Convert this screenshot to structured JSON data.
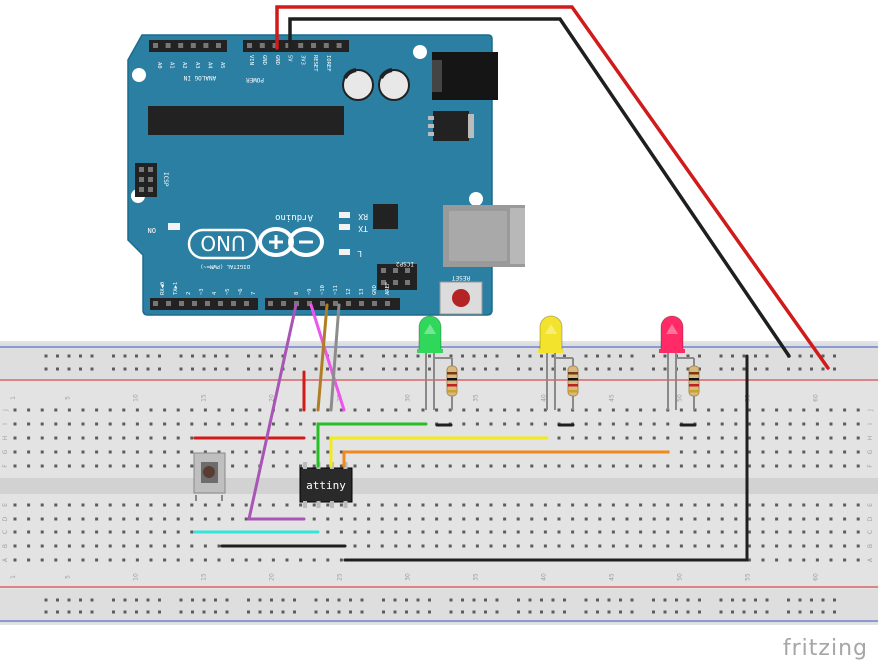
{
  "app": {
    "watermark": "fritzing"
  },
  "board": {
    "name": "Arduino",
    "model": "UNO",
    "section_analog": "ANALOG IN",
    "section_power": "POWER",
    "section_digital": "DIGITAL (PWM=~)",
    "header_power": [
      "IOREF",
      "RESET",
      "3V3",
      "5V",
      "GND",
      "GND",
      "VIN"
    ],
    "header_analog": [
      "A0",
      "A1",
      "A2",
      "A3",
      "A4",
      "A5"
    ],
    "header_digital": [
      "AREF",
      "GND",
      "13",
      "12",
      "~11",
      "~10",
      "~9",
      "8",
      "7",
      "~6",
      "~5",
      "4",
      "~3",
      "2",
      "TX▶1",
      "RX◀0"
    ],
    "icsp": "ICSP",
    "icsp2": "ICSP2",
    "reset": "RESET",
    "led_on": "ON",
    "led_l": "L",
    "led_tx": "TX",
    "led_rx": "RX"
  },
  "breadboard": {
    "row_letters_top": [
      "J",
      "I",
      "H",
      "G",
      "F"
    ],
    "row_letters_bottom": [
      "E",
      "D",
      "C",
      "B",
      "A"
    ],
    "column_numbers": [
      "1",
      "5",
      "10",
      "15",
      "20",
      "25",
      "30",
      "35",
      "40",
      "45",
      "50",
      "55",
      "60"
    ]
  },
  "components": {
    "chip_label": "attiny",
    "leds": [
      {
        "name": "green",
        "color": "#2fd85a"
      },
      {
        "name": "yellow",
        "color": "#f4e32c"
      },
      {
        "name": "red",
        "color": "#ff2a66"
      }
    ]
  },
  "wire_colors": {
    "red": "#d11a1a",
    "black": "#1f1f1f",
    "green": "#26c026",
    "yellow": "#f0ea1e",
    "orange": "#f08a1c",
    "cyan": "#33e6d9",
    "purple": "#a855b5",
    "magenta": "#ee55ee",
    "brown": "#b07d25",
    "gray": "#8c8c8c"
  },
  "colors": {
    "board": "#2a7fa3",
    "board_dark": "#1c6b8c",
    "breadboard": "#e6e6e6",
    "rail_red": "#d2252b",
    "rail_blue": "#3b57c9"
  }
}
